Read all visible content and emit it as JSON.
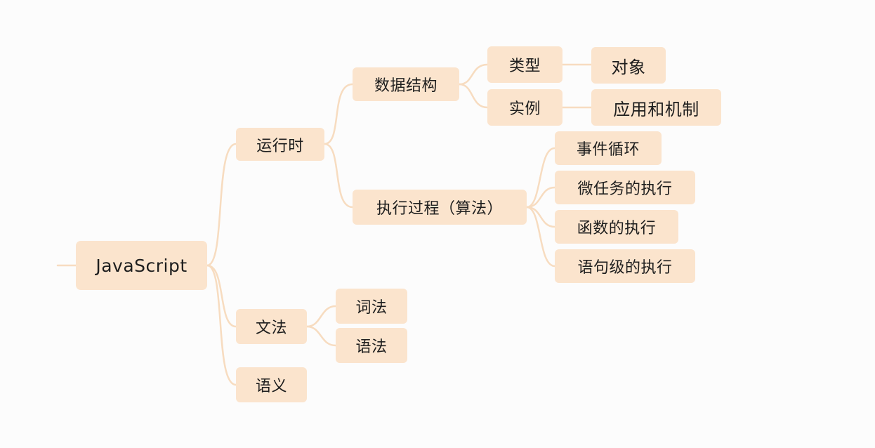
{
  "mindmap": {
    "root": "JavaScript",
    "runtime": {
      "label": "运行时",
      "data_structure": {
        "label": "数据结构",
        "type": {
          "label": "类型",
          "child": "对象"
        },
        "instance": {
          "label": "实例",
          "child": "应用和机制"
        }
      },
      "execution": {
        "label": "执行过程（算法）",
        "children": [
          "事件循环",
          "微任务的执行",
          "函数的执行",
          "语句级的执行"
        ]
      }
    },
    "grammar": {
      "label": "文法",
      "children": [
        "词法",
        "语法"
      ]
    },
    "semantics": {
      "label": "语义"
    }
  },
  "colors": {
    "node_fill": "#fbe4cd",
    "connector": "#f7dcc0",
    "text": "#1e1e1e"
  }
}
